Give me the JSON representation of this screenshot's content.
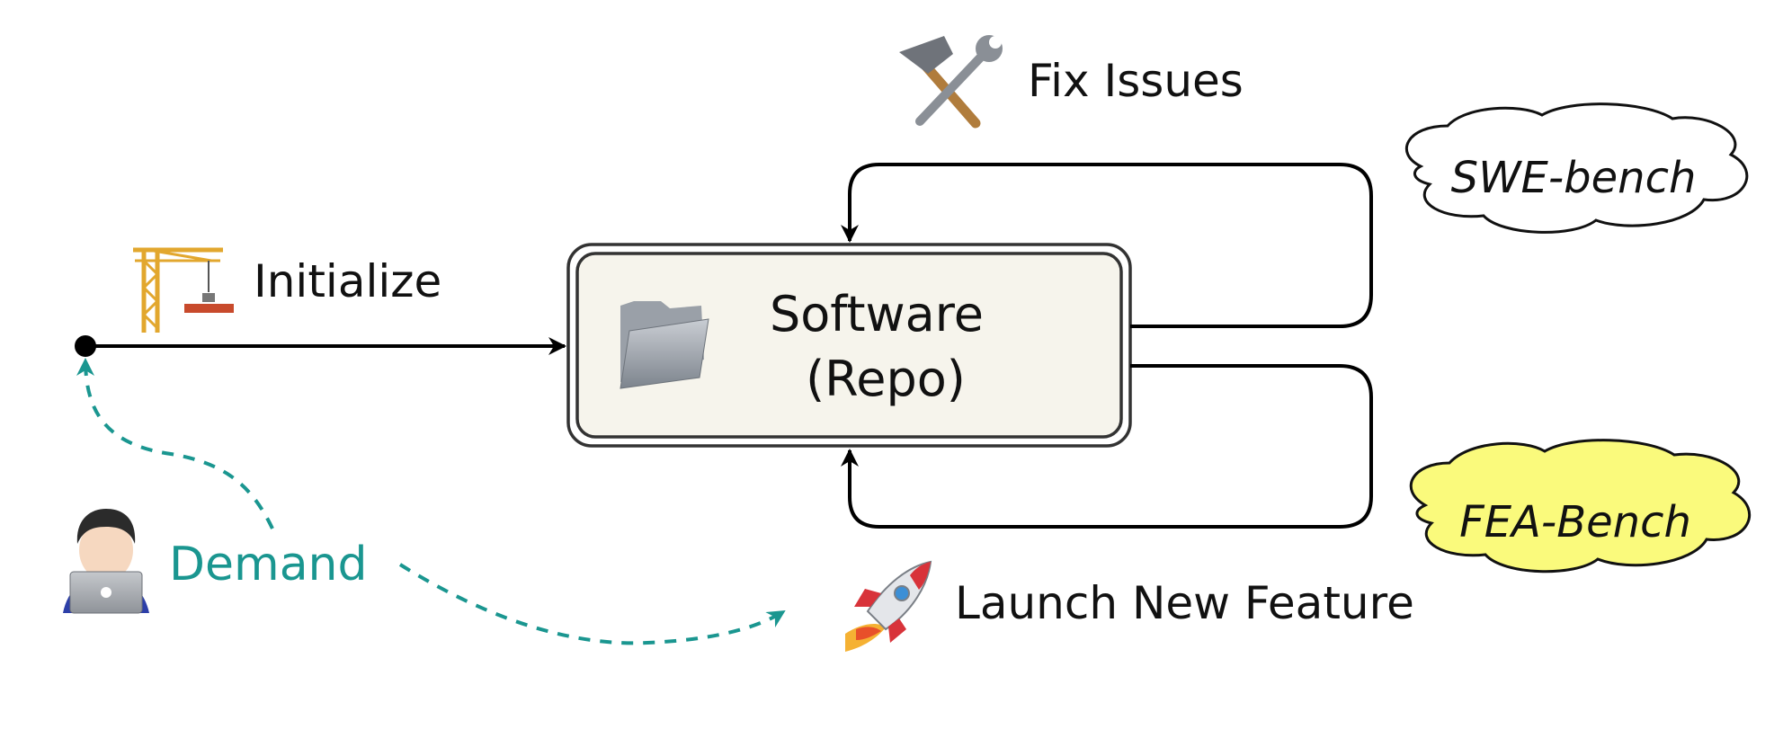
{
  "nodes": {
    "software_line1": "Software",
    "software_line2": "(Repo)",
    "initialize": "Initialize",
    "fix_issues": "Fix Issues",
    "launch_feature": "Launch New Feature",
    "demand": "Demand",
    "swe_bench": "SWE-bench",
    "fea_bench": "FEA-Bench"
  },
  "icons": {
    "crane": "crane-icon",
    "tools": "hammer-wrench-icon",
    "folder": "folder-icon",
    "rocket": "rocket-icon",
    "developer": "developer-laptop-icon"
  },
  "colors": {
    "demand_teal": "#1a9690",
    "software_box_fill": "#f6f4ec",
    "fea_cloud_fill": "#fafa7c",
    "swe_cloud_fill": "#ffffff"
  }
}
